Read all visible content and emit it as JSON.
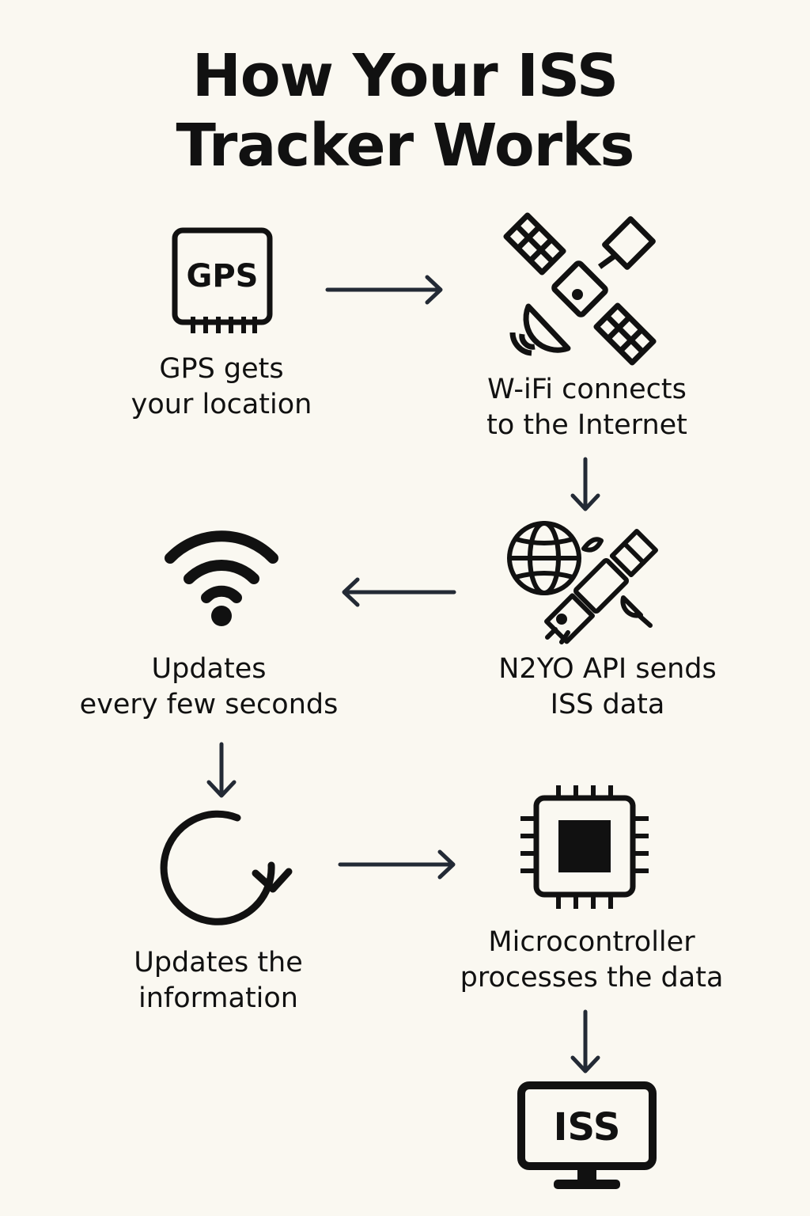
{
  "title": {
    "line1": "How Your ISS",
    "line2": "Tracker Works"
  },
  "steps": [
    {
      "icon": "gps-chip-icon",
      "chip_text": "GPS",
      "line1": "GPS gets",
      "line2": "your location"
    },
    {
      "icon": "satellite-icon",
      "line1": "W-iFi connects",
      "line2": "to the Internet"
    },
    {
      "icon": "globe-satellite-icon",
      "line1": "N2YO API sends",
      "line2": "ISS data"
    },
    {
      "icon": "wifi-icon",
      "line1": "Updates",
      "line2": "every few seconds"
    },
    {
      "icon": "refresh-icon",
      "line1": "Updates the",
      "line2": "information"
    },
    {
      "icon": "microcontroller-chip-icon",
      "line1": "Microcontroller",
      "line2": "processes the data"
    },
    {
      "icon": "monitor-icon",
      "screen_text": "ISS"
    }
  ],
  "colors": {
    "background": "#faf8f1",
    "ink": "#111111",
    "arrow": "#232a35"
  }
}
